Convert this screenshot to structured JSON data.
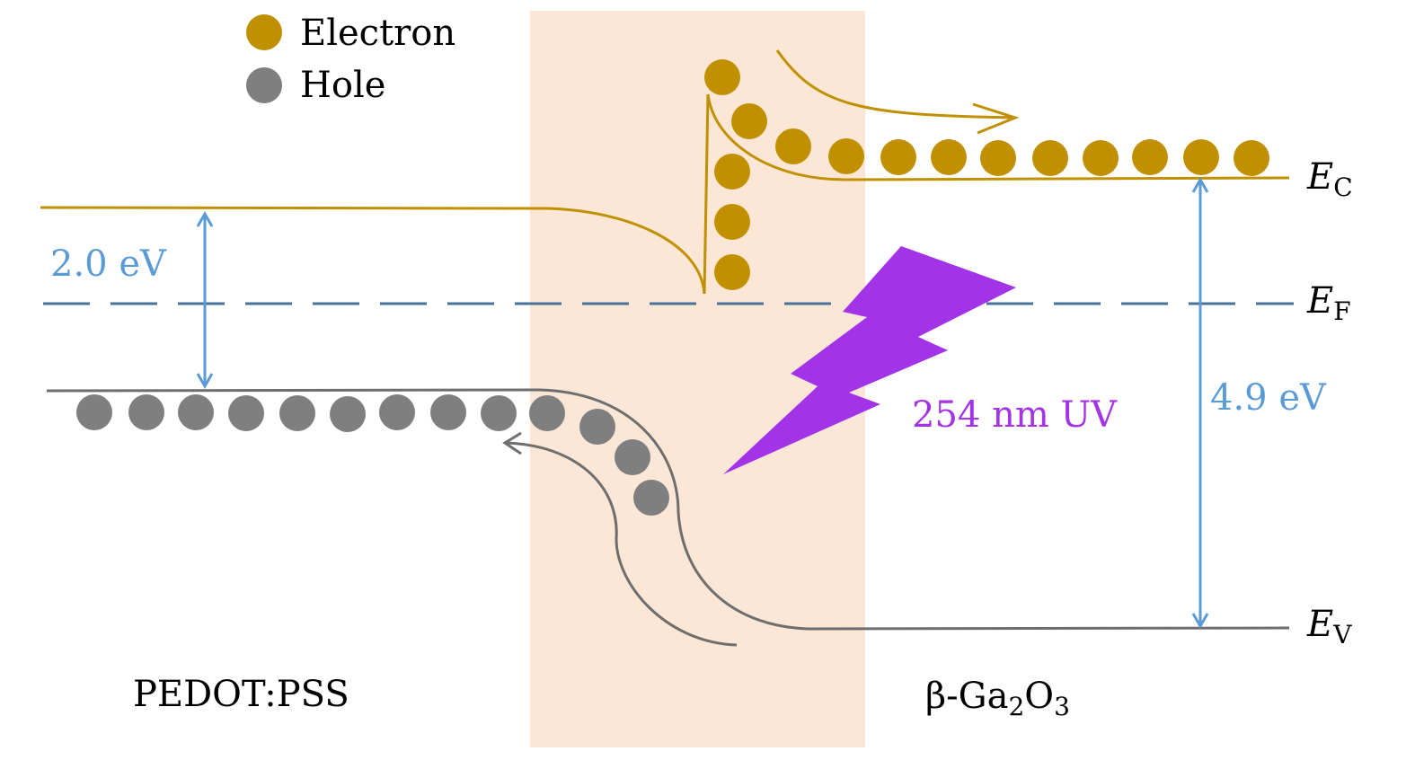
{
  "legend": {
    "electron": "Electron",
    "hole": "Hole"
  },
  "labels": {
    "ec": "E",
    "ec_sub": "C",
    "ef": "E",
    "ef_sub": "F",
    "ev": "E",
    "ev_sub": "V",
    "gap_left": "2.0 eV",
    "gap_right": "4.9 eV",
    "uv": "254 nm UV",
    "left_material": "PEDOT:PSS",
    "right_material_pre": "β-Ga",
    "right_material_sub1": "2",
    "right_material_mid": "O",
    "right_material_sub2": "3"
  },
  "colors": {
    "electron": "#C09000",
    "hole": "#7F7F7F",
    "fermi": "#4A7199",
    "arrow": "#5B9BD5",
    "uv": "#A233E6",
    "interface": "#FCE7D7"
  }
}
